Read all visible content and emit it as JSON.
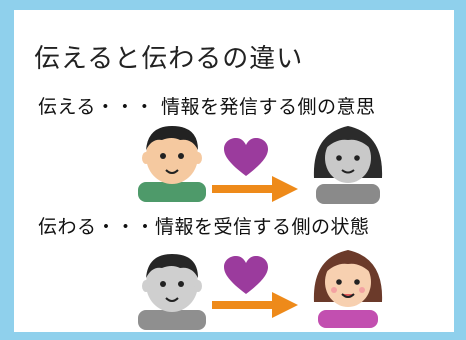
{
  "slide": {
    "title": "伝えると伝わるの違い",
    "row1": {
      "text": "伝える・・・ 情報を発信する側の意思",
      "sender_colored": true,
      "receiver_colored": false
    },
    "row2": {
      "text": "伝わる・・・情報を受信する側の状態",
      "sender_colored": false,
      "receiver_colored": true
    }
  },
  "colors": {
    "frame": "#8fd0ec",
    "heart": "#9b3b9d",
    "arrow": "#ee8a1a"
  },
  "icons": [
    "boy-icon",
    "heart-icon",
    "arrow-right-icon",
    "girl-icon"
  ]
}
